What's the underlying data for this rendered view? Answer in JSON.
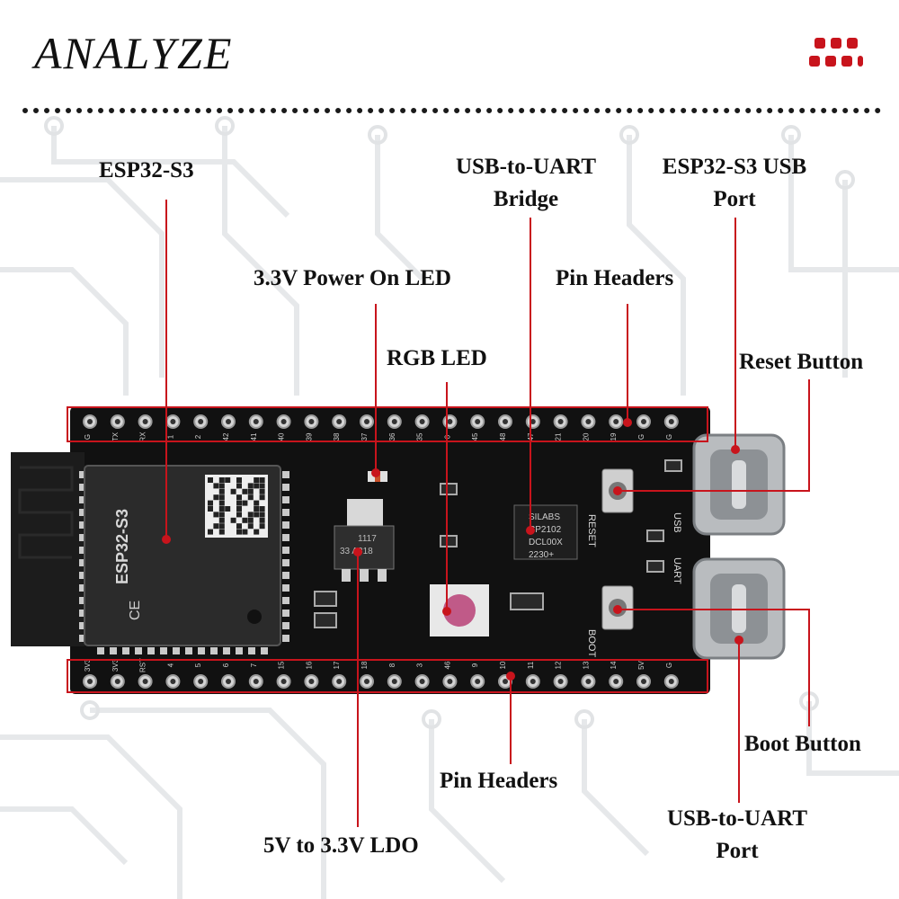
{
  "header": {
    "title": "ANALYZE"
  },
  "labels": {
    "esp32_s3": "ESP32-S3",
    "usb_uart_bridge": [
      "USB-to-UART",
      "Bridge"
    ],
    "esp32_usb_port": [
      "ESP32-S3 USB",
      "Port"
    ],
    "power_led": "3.3V Power On LED",
    "pin_headers_top": "Pin Headers",
    "rgb_led": "RGB LED",
    "reset_button": "Reset Button",
    "boot_button": "Boot Button",
    "pin_headers_bottom": "Pin Headers",
    "ldo": "5V to 3.3V LDO",
    "usb_uart_port": [
      "USB-to-UART",
      "Port"
    ]
  },
  "board": {
    "module_text": "ESP32-S3",
    "chip_text": [
      "SILABS",
      "CP2102",
      "DCL00X",
      "2230+"
    ],
    "ldo_text": [
      "1117",
      "33 A318"
    ],
    "silk_reset": "RESET",
    "silk_boot": "BOOT",
    "silk_usb": "USB",
    "silk_uart": "UART",
    "top_pins": [
      "G",
      "TX",
      "RX",
      "1",
      "2",
      "42",
      "41",
      "40",
      "39",
      "38",
      "37",
      "36",
      "35",
      "0",
      "45",
      "48",
      "47",
      "21",
      "20",
      "19",
      "G",
      "G"
    ],
    "bottom_pins": [
      "3V3",
      "3V3",
      "RST",
      "4",
      "5",
      "6",
      "7",
      "15",
      "16",
      "17",
      "18",
      "8",
      "3",
      "46",
      "9",
      "10",
      "11",
      "12",
      "13",
      "14",
      "5V",
      "G"
    ]
  },
  "colors": {
    "accent": "#c8141c",
    "board": "#111111"
  }
}
